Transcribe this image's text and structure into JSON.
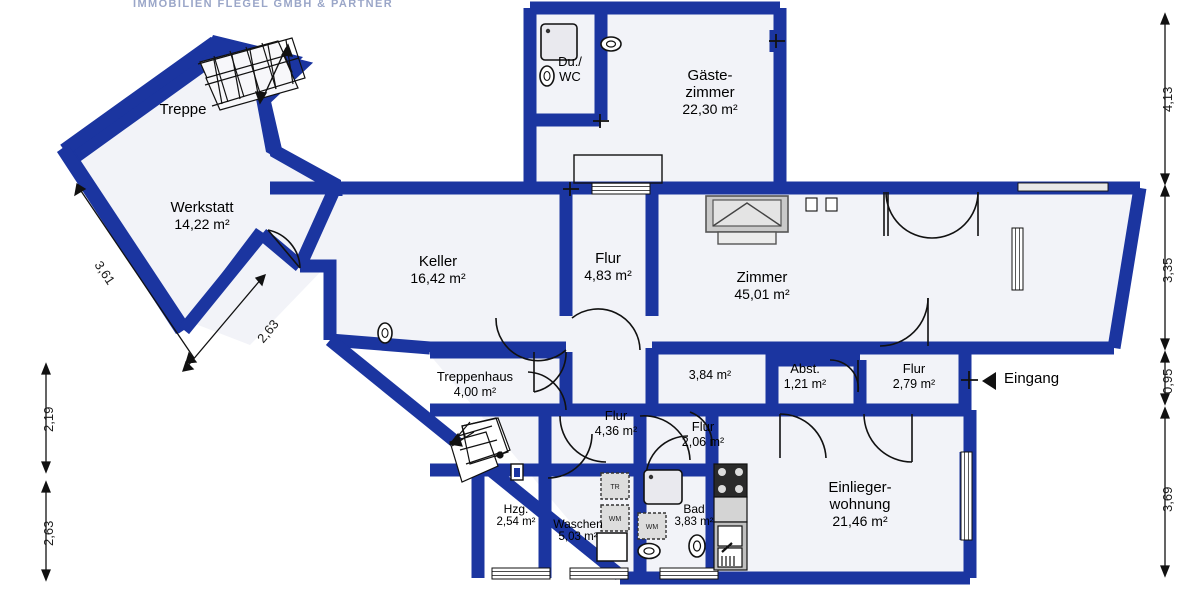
{
  "document": {
    "type": "floor-plan",
    "title_banner": "IMMOBILIEN FLEGEL GMBH & PARTNER",
    "units": "m",
    "area_unit": "m²",
    "wall_color": "#1b35a0",
    "floor_fill": "#f2f3f8",
    "entrance_label": "Eingang"
  },
  "rooms": [
    {
      "id": "treppe",
      "name": "Treppe",
      "area": ""
    },
    {
      "id": "werkstatt",
      "name": "Werkstatt",
      "area": "14,22 m²"
    },
    {
      "id": "duwc",
      "name": "Du./",
      "name2": "WC",
      "area": ""
    },
    {
      "id": "gaestezimmer",
      "name": "Gäste-",
      "name2": "zimmer",
      "area": "22,30 m²"
    },
    {
      "id": "keller",
      "name": "Keller",
      "area": "16,42 m²"
    },
    {
      "id": "flur-483",
      "name": "Flur",
      "area": "4,83 m²"
    },
    {
      "id": "zimmer",
      "name": "Zimmer",
      "area": "45,01 m²"
    },
    {
      "id": "flur-384",
      "name": "",
      "area": "3,84 m²"
    },
    {
      "id": "abst",
      "name": "Abst.",
      "area": "1,21 m²"
    },
    {
      "id": "flur-279",
      "name": "Flur",
      "area": "2,79 m²"
    },
    {
      "id": "treppenhaus",
      "name": "Treppenhaus",
      "area": "4,00 m²"
    },
    {
      "id": "flur-436",
      "name": "Flur",
      "area": "4,36 m²"
    },
    {
      "id": "flur-206",
      "name": "Flur",
      "area": "2,06 m²"
    },
    {
      "id": "hzg",
      "name": "Hzg.",
      "area": "2,54 m²"
    },
    {
      "id": "waschen",
      "name": "Waschen",
      "area": "5,03 m²"
    },
    {
      "id": "bad",
      "name": "Bad",
      "area": "3,83 m²"
    },
    {
      "id": "einliegerwohnung",
      "name": "Einlieger-",
      "name2": "wohnung",
      "area": "21,46 m²"
    }
  ],
  "dimensions": {
    "right": [
      {
        "value": "4,13"
      },
      {
        "value": "3,35"
      },
      {
        "value": "0,95"
      },
      {
        "value": "3,69"
      }
    ],
    "left": [
      {
        "value": "2,19"
      },
      {
        "value": "2,63"
      }
    ],
    "diagonal": [
      {
        "value": "3,61"
      },
      {
        "value": "2,63"
      }
    ]
  },
  "appliance_tags": {
    "dryer": "TR",
    "washer1": "WM",
    "washer2": "WM"
  }
}
